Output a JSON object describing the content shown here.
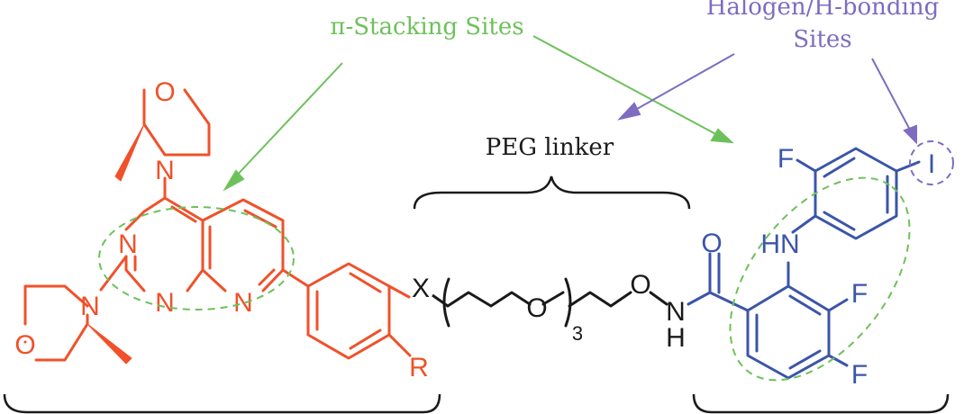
{
  "labels": {
    "pi_stacking": "π-Stacking Sites",
    "halogen_line1": "Halogen/H-bonding",
    "halogen_line2": "Sites",
    "peg_linker": "PEG linker"
  },
  "atoms": {
    "morph_top_o": "O",
    "morph_top_n": "N",
    "pyr_n_left": "N",
    "pyr_n_bottom": "N",
    "pyr_n_right": "N",
    "morph_left_n": "N",
    "morph_left_o": "O",
    "x_sub": "X",
    "r_sub": "R",
    "peg_o": "O",
    "peg_repeat": "3",
    "link_o": "O",
    "amide_n": "N",
    "amide_h": "H",
    "carbonyl_o": "O",
    "hn_group": "HN",
    "f_top": "F",
    "iodine": "I",
    "f_mid": "F",
    "f_bottom": "F"
  },
  "colors": {
    "left_fragment": "#f0512a",
    "right_fragment": "#3b55a8",
    "pi_stacking": "#6dc15a",
    "halogen": "#7e6cc0",
    "linker": "#1a1a1a"
  }
}
